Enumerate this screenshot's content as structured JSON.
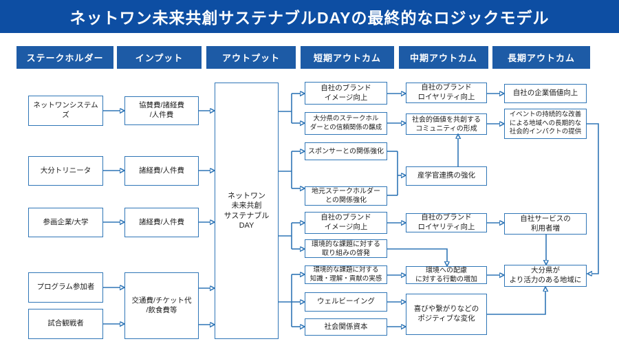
{
  "title": "ネットワン未来共創サステナブルDAYの最終的なロジックモデル",
  "column_headers": [
    "ステークホルダー",
    "インプット",
    "アウトプット",
    "短期アウトカム",
    "中期アウトカム",
    "長期アウトカム"
  ],
  "stakeholders": {
    "netone": "ネットワンシステム\nズ",
    "trinita": "大分トリニータ",
    "partner_companies": "参画企業/大学",
    "program_participants": "プログラム参加者",
    "match_spectators": "試合観戦者"
  },
  "inputs": {
    "netone_input": "協賛費/諸経費\n/人件費",
    "trinita_input": "諸経費/人件費",
    "companies_input": "諸経費/人件費",
    "visitors_input": "交通費/チケット代\n/飲食費等"
  },
  "output": {
    "event": "ネットワン\n未来共創\nサステナブル\nDAY"
  },
  "short_term": {
    "brand_image_1": "自社のブランド\nイメージ向上",
    "oita_stakeholder_trust": "大分県のステークホル\nダーとの信頼関係の醸成",
    "sponsor_relations": "スポンサーとの関係強化",
    "local_stakeholder_relations": "地元ステークホルダー\nとの関係強化",
    "brand_image_2": "自社のブランド\nイメージ向上",
    "env_awareness": "環境的な課題に対する\n取り組みの啓発",
    "env_knowledge": "環境的な課題に対する\n知識・理解・貢献の実感",
    "wellbeing": "ウェルビーイング",
    "social_capital": "社会関係資本"
  },
  "mid_term": {
    "brand_loyalty_1": "自社のブランド\nロイヤリティ向上",
    "value_community": "社会的価値を共創する\nコミュニティの形成",
    "industry_academia_gov": "産学官連携の強化",
    "brand_loyalty_2": "自社のブランド\nロイヤリティ向上",
    "eco_behavior": "環境への配慮\nに対する行動の増加",
    "positive_change": "喜びや繋がりなどの\nポジティブな変化"
  },
  "long_term": {
    "corporate_value": "自社の企業価値向上",
    "long_term_impact": "イベントの持続的な改善\nによる地域への長期的な\n社会的インパクトの提供",
    "service_users": "自社サービスの\n利用者増",
    "vibrant_oita": "大分県が\nより活力のある地域に"
  },
  "colors": {
    "title_bar": "#0D4EA3",
    "column_header": "#1D5BA6",
    "box_border": "#2E75B6",
    "arrow": "#2E75B6",
    "text": "#1b1b1b"
  }
}
